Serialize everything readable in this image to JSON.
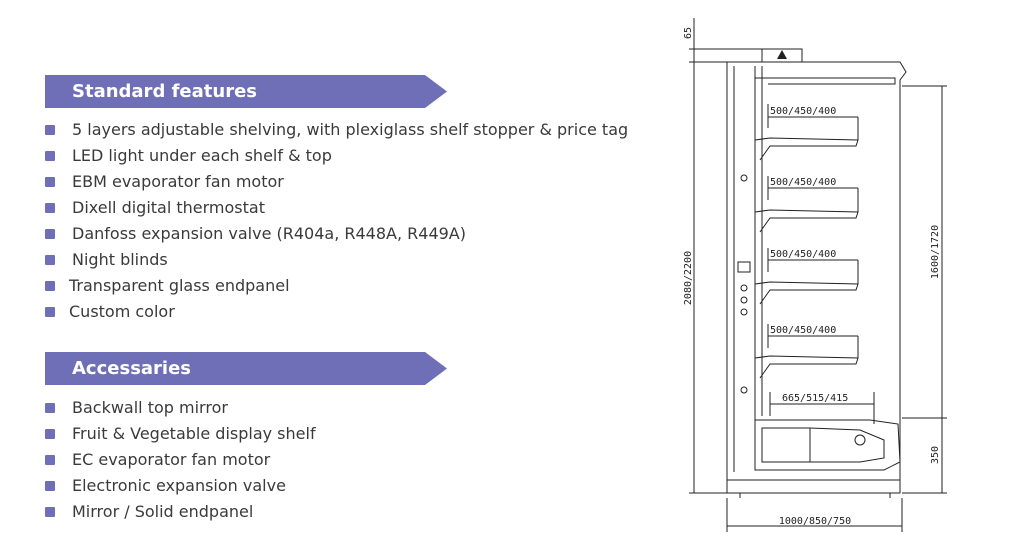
{
  "standard_features": {
    "title": "Standard features",
    "items": [
      "5 layers adjustable shelving, with plexiglass shelf stopper & price tag",
      "LED light under each shelf & top",
      "EBM evaporator fan motor",
      "Dixell digital thermostat",
      "Danfoss expansion valve (R404a, R448A, R449A)",
      "Night blinds",
      "Transparent glass endpanel",
      "Custom color"
    ]
  },
  "accessories": {
    "title": "Accessaries",
    "items": [
      "Backwall top mirror",
      "Fruit & Vegetable display shelf",
      "EC evaporator fan motor",
      "Electronic expansion valve",
      "Mirror / Solid endpanel"
    ]
  },
  "drawing": {
    "top_height": "65",
    "total_height": "2080/2200",
    "display_height": "1600/1720",
    "base_height": "350",
    "depth": "1000/850/750",
    "shelf_depths": [
      "500/450/400",
      "500/450/400",
      "500/450/400",
      "500/450/400"
    ],
    "bottom_depth": "665/515/415"
  },
  "colors": {
    "accent": "#6e6fb6"
  }
}
